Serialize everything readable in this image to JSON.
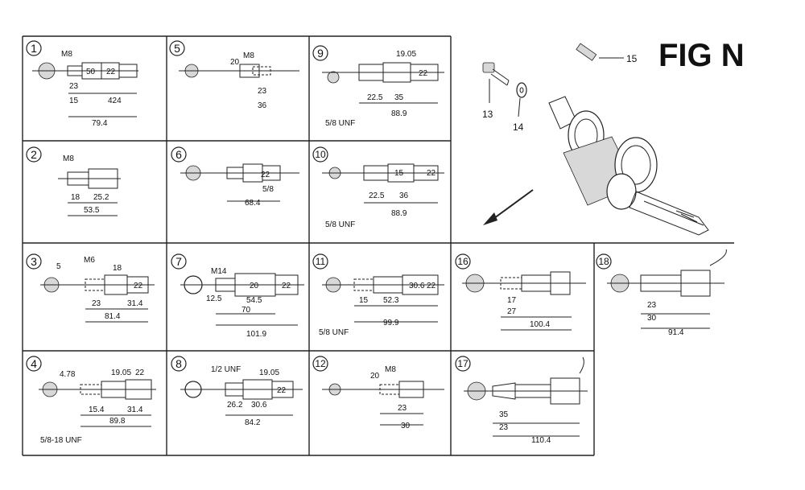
{
  "figure": {
    "title": "FIG N"
  },
  "callouts": [
    "13",
    "14",
    "15"
  ],
  "panels": [
    {
      "number": "1",
      "dims": [
        "M8",
        "50",
        "22",
        "23",
        "15",
        "424",
        "79.4"
      ]
    },
    {
      "number": "2",
      "dims": [
        "M8",
        "18",
        "25.2",
        "53.5"
      ]
    },
    {
      "number": "3",
      "dims": [
        "5",
        "M6",
        "18",
        "22",
        "23",
        "31.4",
        "81.4"
      ]
    },
    {
      "number": "4",
      "dims": [
        "4.78",
        "19.05",
        "22",
        "15.4",
        "31.4",
        "89.8",
        "5/8-18 UNF"
      ]
    },
    {
      "number": "5",
      "dims": [
        "20",
        "M8",
        "23",
        "36"
      ]
    },
    {
      "number": "6",
      "dims": [
        "22",
        "5/8",
        "68.4"
      ]
    },
    {
      "number": "7",
      "dims": [
        "M14",
        "20",
        "22",
        "12.5",
        "54.5",
        "70",
        "101.9"
      ]
    },
    {
      "number": "8",
      "dims": [
        "1/2 UNF",
        "19.05",
        "22",
        "26.2",
        "30.6",
        "84.2"
      ]
    },
    {
      "number": "9",
      "dims": [
        "19.05",
        "22",
        "22.5",
        "35",
        "88.9",
        "5/8 UNF"
      ]
    },
    {
      "number": "10",
      "dims": [
        "15",
        "22",
        "22.5",
        "36",
        "88.9",
        "5/8 UNF"
      ]
    },
    {
      "number": "11",
      "dims": [
        "30.6",
        "22",
        "15",
        "52.3",
        "99.9",
        "5/8 UNF"
      ]
    },
    {
      "number": "12",
      "dims": [
        "20",
        "M8",
        "23",
        "30"
      ]
    },
    {
      "number": "16",
      "dims": [
        "17",
        "27",
        "100.4"
      ]
    },
    {
      "number": "17",
      "dims": [
        "35",
        "23",
        "110.4"
      ]
    },
    {
      "number": "18",
      "dims": [
        "23",
        "30",
        "91.4"
      ]
    }
  ]
}
